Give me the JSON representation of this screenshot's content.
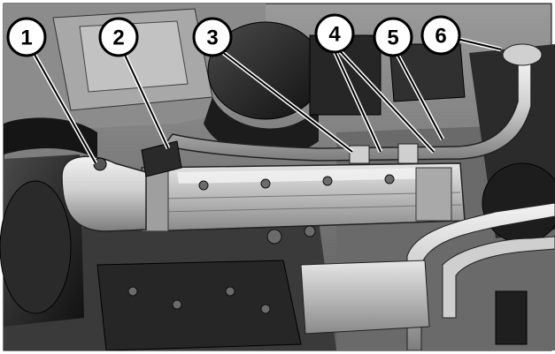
{
  "figure": {
    "description_free": true,
    "callouts": [
      {
        "number": "1"
      },
      {
        "number": "2"
      },
      {
        "number": "3"
      },
      {
        "number": "4"
      },
      {
        "number": "5"
      },
      {
        "number": "6"
      }
    ]
  },
  "colors": {
    "engine_dark": "#1f1f1f",
    "engine_mid": "#6e6e6e",
    "engine_light": "#bdbdbd",
    "pipe_light": "#d9d9d9",
    "callout_fill": "#ffffff",
    "callout_stroke": "#000000"
  }
}
